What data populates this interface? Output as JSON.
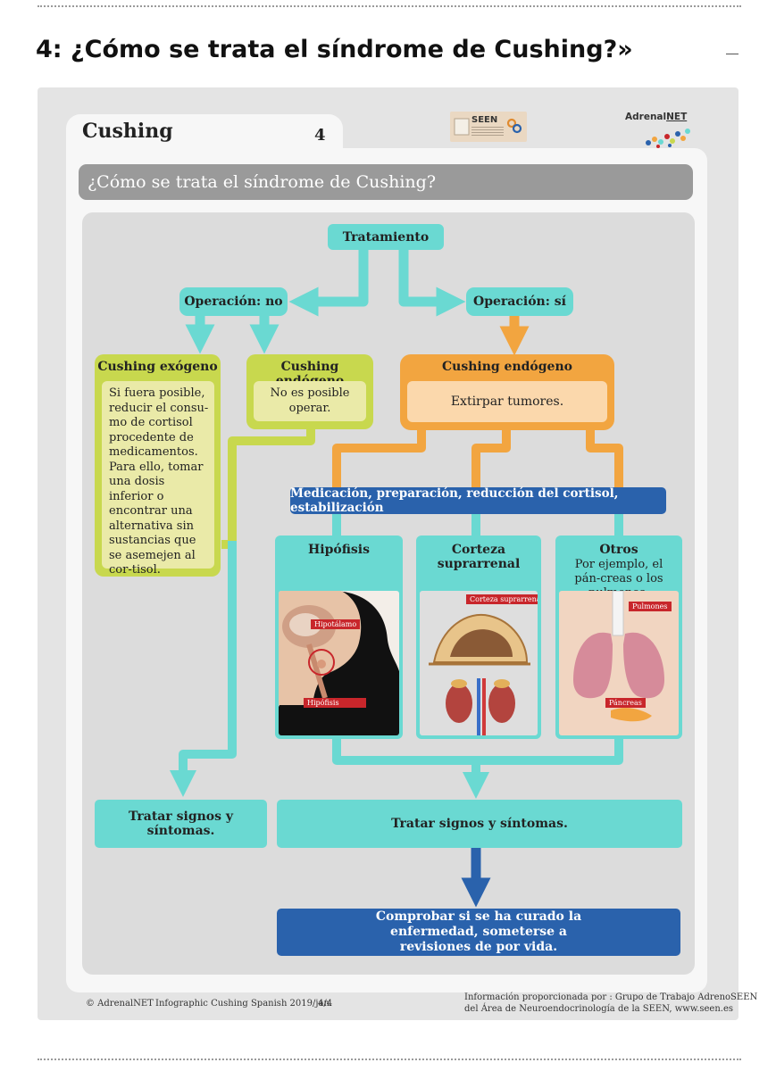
{
  "page": {
    "heading": "4: ¿Cómo se trata el síndrome de Cushing?»"
  },
  "infographic": {
    "tab_title": "Cushing",
    "tab_number": "4",
    "logos": {
      "seen": "SEEN",
      "adrenal_prefix": "Adrenal",
      "adrenal_suffix": "NET"
    },
    "banner": "¿Cómo se trata el síndrome de Cushing?",
    "tratamiento": "Tratamiento",
    "op_no": "Operación: no",
    "op_si": "Operación: sí",
    "exogeno": {
      "title": "Cushing exógeno",
      "text": "Si fuera posible, reducir el consu-mo de cortisol procedente de medicamentos. Para ello, tomar una dosis inferior o encontrar una alternativa sin sustancias que se asemejen al cor-tisol."
    },
    "endogeno_no": {
      "title": "Cushing endógeno",
      "text": "No es posible operar."
    },
    "endogeno_si": {
      "title": "Cushing endógeno",
      "text": "Extirpar tumores."
    },
    "medicacion": "Medicación, preparación, reducción del cortisol, estabilización",
    "hipofisis": {
      "title": "Hipófisis",
      "label_hipotalamo": "Hipotálamo",
      "label_hipofisis": "Hipófisis"
    },
    "corteza": {
      "title": "Corteza suprarrenal",
      "label": "Corteza suprarrenal"
    },
    "otros": {
      "title": "Otros",
      "subtitle": "Por ejemplo, el pán-creas o los pulmones.",
      "label_pulmones": "Pulmones",
      "label_pancreas": "Páncreas"
    },
    "tratar_left": "Tratar signos y síntomas.",
    "tratar_right": "Tratar signos y síntomas.",
    "comprobar": "Comprobar si se ha curado la enfermedad, someterse a revisiones de por vida.",
    "footer": {
      "copyright": "© AdrenalNET",
      "infographic": "Infographic Cushing Spanish 2019/jan.",
      "page": "4/4",
      "info_1": "Información proporcionada por : Grupo de Trabajo AdrenoSEEN",
      "info_2": "del Área de Neuroendocrinología de la SEEN, www.seen.es"
    }
  },
  "colors": {
    "teal": "#6ad9d2",
    "lime": "#c8d84e",
    "orange": "#f2a540",
    "blue": "#2a62ac",
    "banner_gray": "#9a9a9a",
    "label_red": "#c8262b"
  }
}
